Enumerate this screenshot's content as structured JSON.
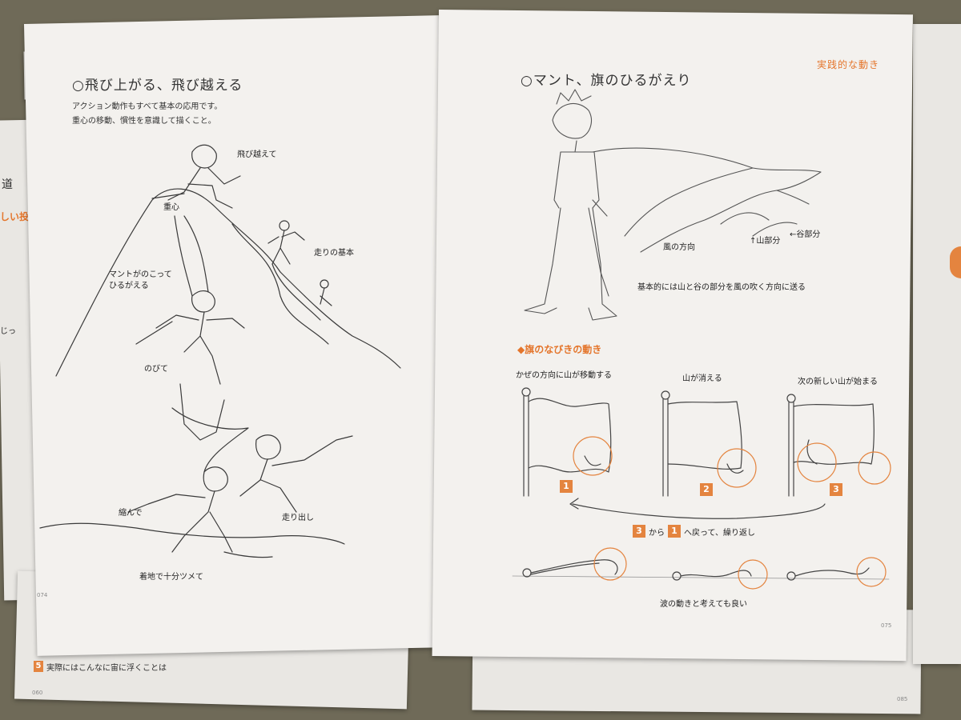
{
  "left_page": {
    "heading": "○飛び上がる、飛び越える",
    "intro_line1": "アクション動作もすべて基本の応用です。",
    "intro_line2": "重心の移動、慣性を意識して描くこと。",
    "labels": {
      "fly_over": "飛び越えて",
      "center": "重心",
      "run_basic": "走りの基本",
      "cape_line1": "マントがのこって",
      "cape_line2": "ひるがえる",
      "stretch": "のびて",
      "shrink": "縮んで",
      "run_start": "走り出し",
      "landing": "着地で十分ツメて"
    },
    "page_number": "074"
  },
  "right_page": {
    "section_tab": "実践的な動き",
    "heading": "○マント、旗のひるがえり",
    "labels": {
      "wind_direction": "風の方向",
      "mountain_part": "↑山部分",
      "valley_part": "←谷部分",
      "basic_note": "基本的には山と谷の部分を風の吹く方向に送る"
    },
    "subheading": "◆旗のなびきの動き",
    "steps": [
      {
        "caption": "かぜの方向に山が移動する",
        "number": "1"
      },
      {
        "caption": "山が消える",
        "number": "2"
      },
      {
        "caption": "次の新しい山が始まる",
        "number": "3"
      }
    ],
    "repeat": {
      "from": "3",
      "from_text": "から",
      "to": "1",
      "to_text": "へ戻って、繰り返し"
    },
    "wave_note": "波の動きと考えても良い",
    "page_number": "075"
  },
  "background": {
    "left_edge_fragments": [
      "道",
      "しい投げ",
      "じっ"
    ],
    "bottom_badge": "5",
    "bottom_text": "実際にはこんなに宙に浮くことは",
    "page_numbers": [
      "060",
      "085"
    ]
  },
  "colors": {
    "accent": "#e4752b",
    "paper": "#f3f1ee",
    "table": "#6f6a58"
  }
}
